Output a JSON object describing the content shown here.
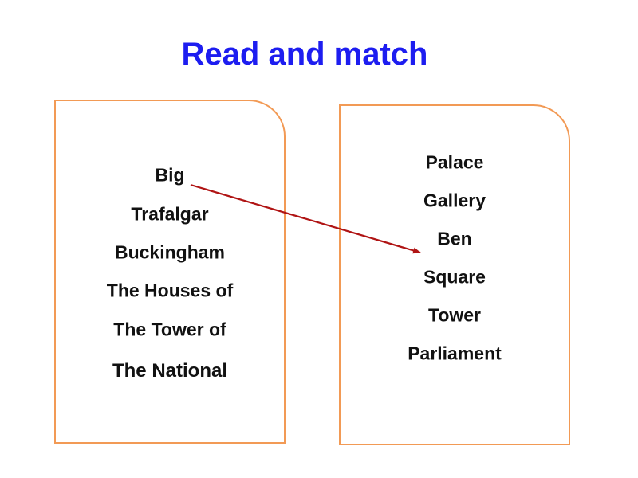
{
  "title": "Read and match",
  "left_items": [
    "Big",
    "Trafalgar",
    "Buckingham",
    "The Houses of",
    "The Tower of",
    "The National"
  ],
  "right_items": [
    "Palace",
    "Gallery",
    "Ben",
    "Square",
    "Tower",
    "Parliament"
  ],
  "colors": {
    "title": "#1d1df0",
    "border": "#f29a55",
    "arrow": "#b01414"
  },
  "arrow": {
    "from": "Big",
    "to": "Ben"
  }
}
